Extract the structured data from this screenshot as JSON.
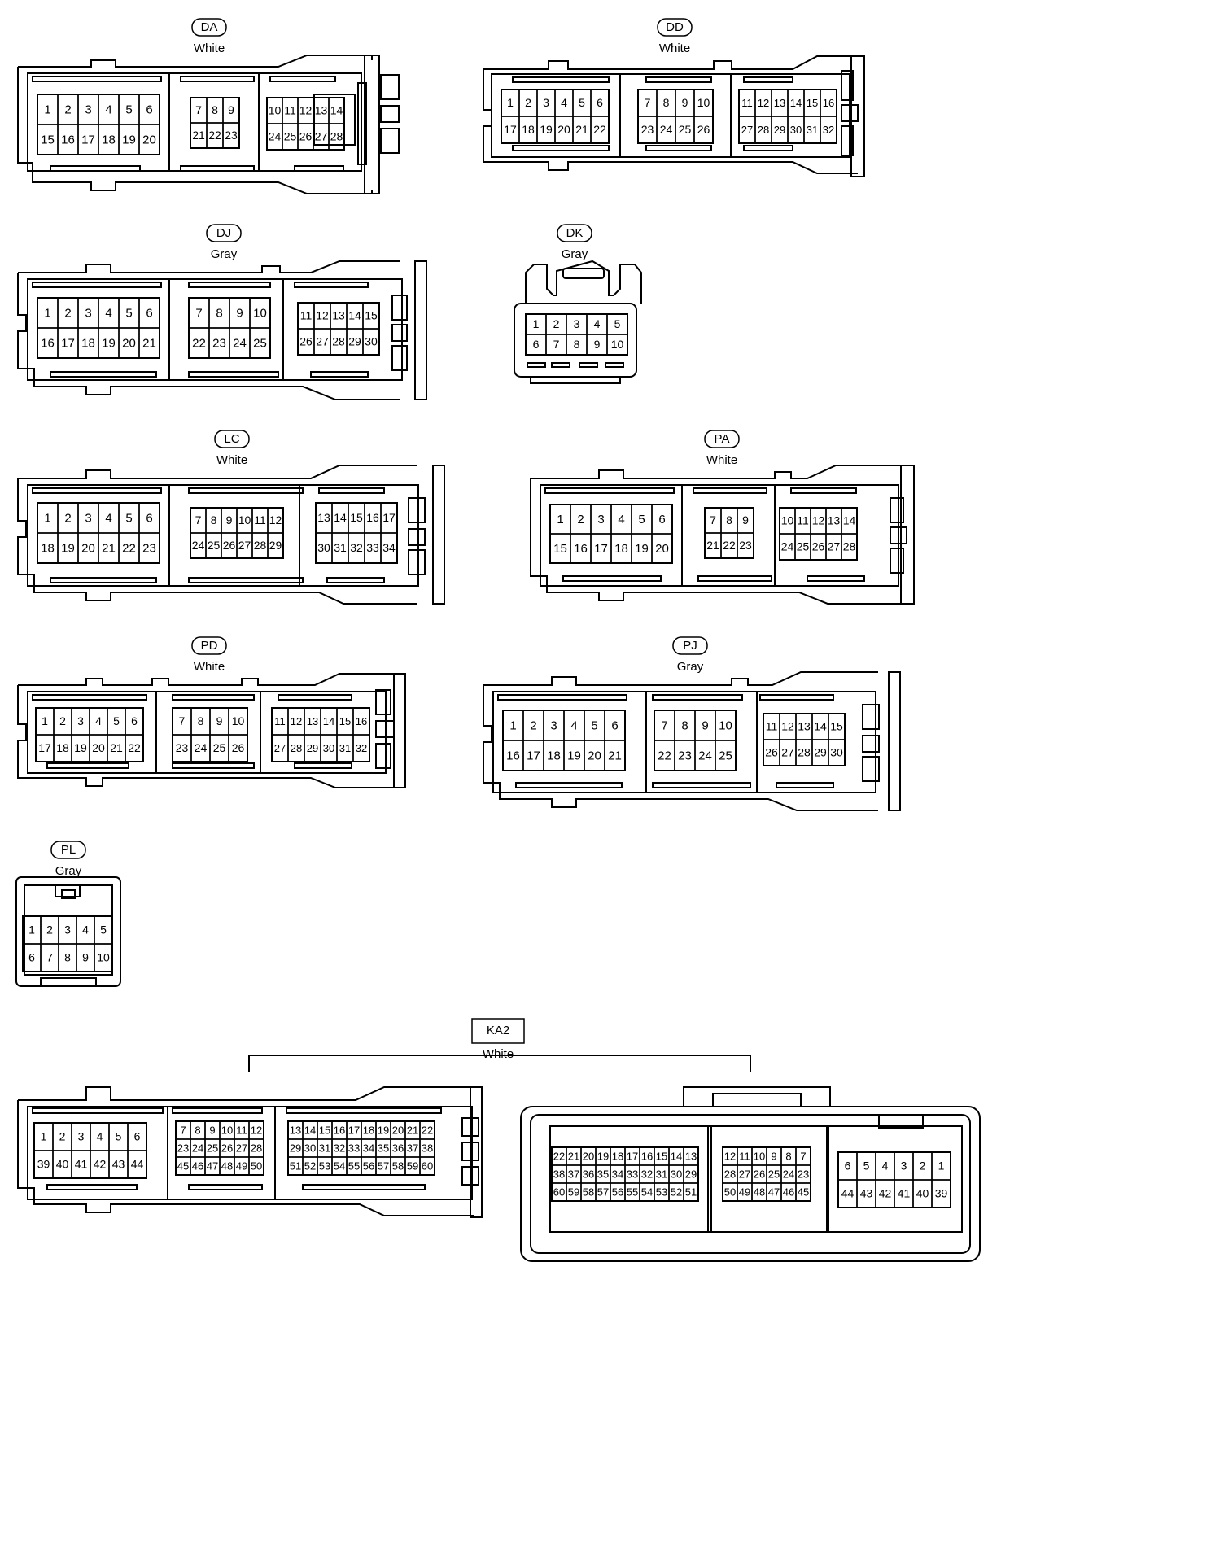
{
  "connectors": [
    {
      "id": "DA",
      "color": "White",
      "groups": [
        {
          "rows": [
            [
              "1",
              "2",
              "3",
              "4",
              "5",
              "6"
            ],
            [
              "15",
              "16",
              "17",
              "18",
              "19",
              "20"
            ]
          ]
        },
        {
          "rows": [
            [
              "7",
              "8",
              "9"
            ],
            [
              "21",
              "22",
              "23"
            ]
          ]
        },
        {
          "rows": [
            [
              "10",
              "11",
              "12",
              "13",
              "14"
            ],
            [
              "24",
              "25",
              "26",
              "27",
              "28"
            ]
          ]
        }
      ]
    },
    {
      "id": "DD",
      "color": "White",
      "groups": [
        {
          "rows": [
            [
              "1",
              "2",
              "3",
              "4",
              "5",
              "6"
            ],
            [
              "17",
              "18",
              "19",
              "20",
              "21",
              "22"
            ]
          ]
        },
        {
          "rows": [
            [
              "7",
              "8",
              "9",
              "10"
            ],
            [
              "23",
              "24",
              "25",
              "26"
            ]
          ]
        },
        {
          "rows": [
            [
              "11",
              "12",
              "13",
              "14",
              "15",
              "16"
            ],
            [
              "27",
              "28",
              "29",
              "30",
              "31",
              "32"
            ]
          ]
        }
      ]
    },
    {
      "id": "DJ",
      "color": "Gray",
      "groups": [
        {
          "rows": [
            [
              "1",
              "2",
              "3",
              "4",
              "5",
              "6"
            ],
            [
              "16",
              "17",
              "18",
              "19",
              "20",
              "21"
            ]
          ]
        },
        {
          "rows": [
            [
              "7",
              "8",
              "9",
              "10"
            ],
            [
              "22",
              "23",
              "24",
              "25"
            ]
          ]
        },
        {
          "rows": [
            [
              "11",
              "12",
              "13",
              "14",
              "15"
            ],
            [
              "26",
              "27",
              "28",
              "29",
              "30"
            ]
          ]
        }
      ]
    },
    {
      "id": "DK",
      "color": "Gray",
      "groups": [
        {
          "rows": [
            [
              "1",
              "2",
              "3",
              "4",
              "5"
            ],
            [
              "6",
              "7",
              "8",
              "9",
              "10"
            ]
          ]
        }
      ]
    },
    {
      "id": "LC",
      "color": "White",
      "groups": [
        {
          "rows": [
            [
              "1",
              "2",
              "3",
              "4",
              "5",
              "6"
            ],
            [
              "18",
              "19",
              "20",
              "21",
              "22",
              "23"
            ]
          ]
        },
        {
          "rows": [
            [
              "7",
              "8",
              "9",
              "10",
              "11",
              "12"
            ],
            [
              "24",
              "25",
              "26",
              "27",
              "28",
              "29"
            ]
          ]
        },
        {
          "rows": [
            [
              "13",
              "14",
              "15",
              "16",
              "17"
            ],
            [
              "30",
              "31",
              "32",
              "33",
              "34"
            ]
          ]
        }
      ]
    },
    {
      "id": "PA",
      "color": "White",
      "groups": [
        {
          "rows": [
            [
              "1",
              "2",
              "3",
              "4",
              "5",
              "6"
            ],
            [
              "15",
              "16",
              "17",
              "18",
              "19",
              "20"
            ]
          ]
        },
        {
          "rows": [
            [
              "7",
              "8",
              "9"
            ],
            [
              "21",
              "22",
              "23"
            ]
          ]
        },
        {
          "rows": [
            [
              "10",
              "11",
              "12",
              "13",
              "14"
            ],
            [
              "24",
              "25",
              "26",
              "27",
              "28"
            ]
          ]
        }
      ]
    },
    {
      "id": "PD",
      "color": "White",
      "groups": [
        {
          "rows": [
            [
              "1",
              "2",
              "3",
              "4",
              "5",
              "6"
            ],
            [
              "17",
              "18",
              "19",
              "20",
              "21",
              "22"
            ]
          ]
        },
        {
          "rows": [
            [
              "7",
              "8",
              "9",
              "10"
            ],
            [
              "23",
              "24",
              "25",
              "26"
            ]
          ]
        },
        {
          "rows": [
            [
              "11",
              "12",
              "13",
              "14",
              "15",
              "16"
            ],
            [
              "27",
              "28",
              "29",
              "30",
              "31",
              "32"
            ]
          ]
        }
      ]
    },
    {
      "id": "PJ",
      "color": "Gray",
      "groups": [
        {
          "rows": [
            [
              "1",
              "2",
              "3",
              "4",
              "5",
              "6"
            ],
            [
              "16",
              "17",
              "18",
              "19",
              "20",
              "21"
            ]
          ]
        },
        {
          "rows": [
            [
              "7",
              "8",
              "9",
              "10"
            ],
            [
              "22",
              "23",
              "24",
              "25"
            ]
          ]
        },
        {
          "rows": [
            [
              "11",
              "12",
              "13",
              "14",
              "15"
            ],
            [
              "26",
              "27",
              "28",
              "29",
              "30"
            ]
          ]
        }
      ]
    },
    {
      "id": "PL",
      "color": "Gray",
      "groups": [
        {
          "rows": [
            [
              "1",
              "2",
              "3",
              "4",
              "5"
            ],
            [
              "6",
              "7",
              "8",
              "9",
              "10"
            ]
          ]
        }
      ]
    },
    {
      "id": "KA2",
      "color": "White",
      "groups": [
        {
          "rows": [
            [
              "1",
              "2",
              "3",
              "4",
              "5",
              "6"
            ],
            [
              "39",
              "40",
              "41",
              "42",
              "43",
              "44"
            ]
          ]
        },
        {
          "rows": [
            [
              "7",
              "8",
              "9",
              "10",
              "11",
              "12"
            ],
            [
              "23",
              "24",
              "25",
              "26",
              "27",
              "28"
            ],
            [
              "45",
              "46",
              "47",
              "48",
              "49",
              "50"
            ]
          ]
        },
        {
          "rows": [
            [
              "13",
              "14",
              "15",
              "16",
              "17",
              "18",
              "19",
              "20",
              "21",
              "22"
            ],
            [
              "29",
              "30",
              "31",
              "32",
              "33",
              "34",
              "35",
              "36",
              "37",
              "38"
            ],
            [
              "51",
              "52",
              "53",
              "54",
              "55",
              "56",
              "57",
              "58",
              "59",
              "60"
            ]
          ]
        },
        {
          "rows": [
            [
              "22",
              "21",
              "20",
              "19",
              "18",
              "17",
              "16",
              "15",
              "14",
              "13"
            ],
            [
              "38",
              "37",
              "36",
              "35",
              "34",
              "33",
              "32",
              "31",
              "30",
              "29"
            ],
            [
              "60",
              "59",
              "58",
              "57",
              "56",
              "55",
              "54",
              "53",
              "52",
              "51"
            ]
          ]
        },
        {
          "rows": [
            [
              "12",
              "11",
              "10",
              "9",
              "8",
              "7"
            ],
            [
              "28",
              "27",
              "26",
              "25",
              "24",
              "23"
            ],
            [
              "50",
              "49",
              "48",
              "47",
              "46",
              "45"
            ]
          ]
        },
        {
          "rows": [
            [
              "6",
              "5",
              "4",
              "3",
              "2",
              "1"
            ],
            [
              "44",
              "43",
              "42",
              "41",
              "40",
              "39"
            ]
          ]
        }
      ]
    }
  ]
}
